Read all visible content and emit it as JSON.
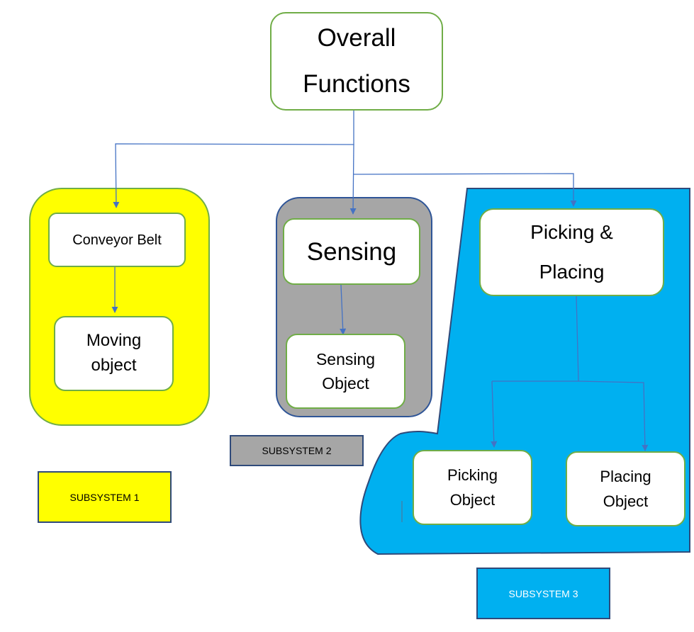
{
  "nodes": {
    "overall": "Overall\nFunctions",
    "conveyor_belt": "Conveyor Belt",
    "moving_object": "Moving\nobject",
    "sensing": "Sensing",
    "sensing_object": "Sensing\nObject",
    "picking_placing": "Picking &\nPlacing",
    "picking_object": "Picking\nObject",
    "placing_object": "Placing\nObject"
  },
  "subsystems": {
    "one": "SUBSYSTEM 1",
    "two": "SUBSYSTEM 2",
    "three": "SUBSYSTEM 3"
  },
  "colors": {
    "subsystem_1": "#ffff00",
    "subsystem_2": "#a6a6a6",
    "subsystem_3": "#00b0f0",
    "node_border": "#70ad47",
    "connector": "#4472c4"
  }
}
